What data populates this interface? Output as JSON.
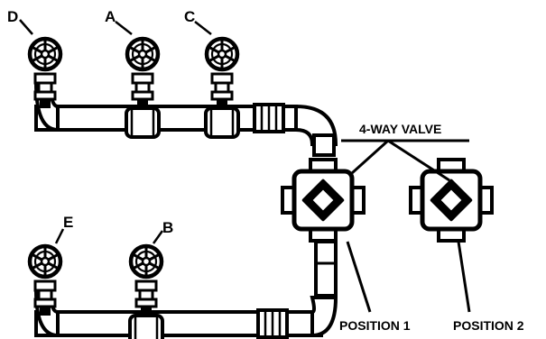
{
  "valve_labels": {
    "d": "D",
    "a": "A",
    "c": "C",
    "e": "E",
    "b": "B"
  },
  "callouts": {
    "four_way_valve": "4-WAY VALVE",
    "position_1": "POSITION 1",
    "position_2": "POSITION 2"
  }
}
